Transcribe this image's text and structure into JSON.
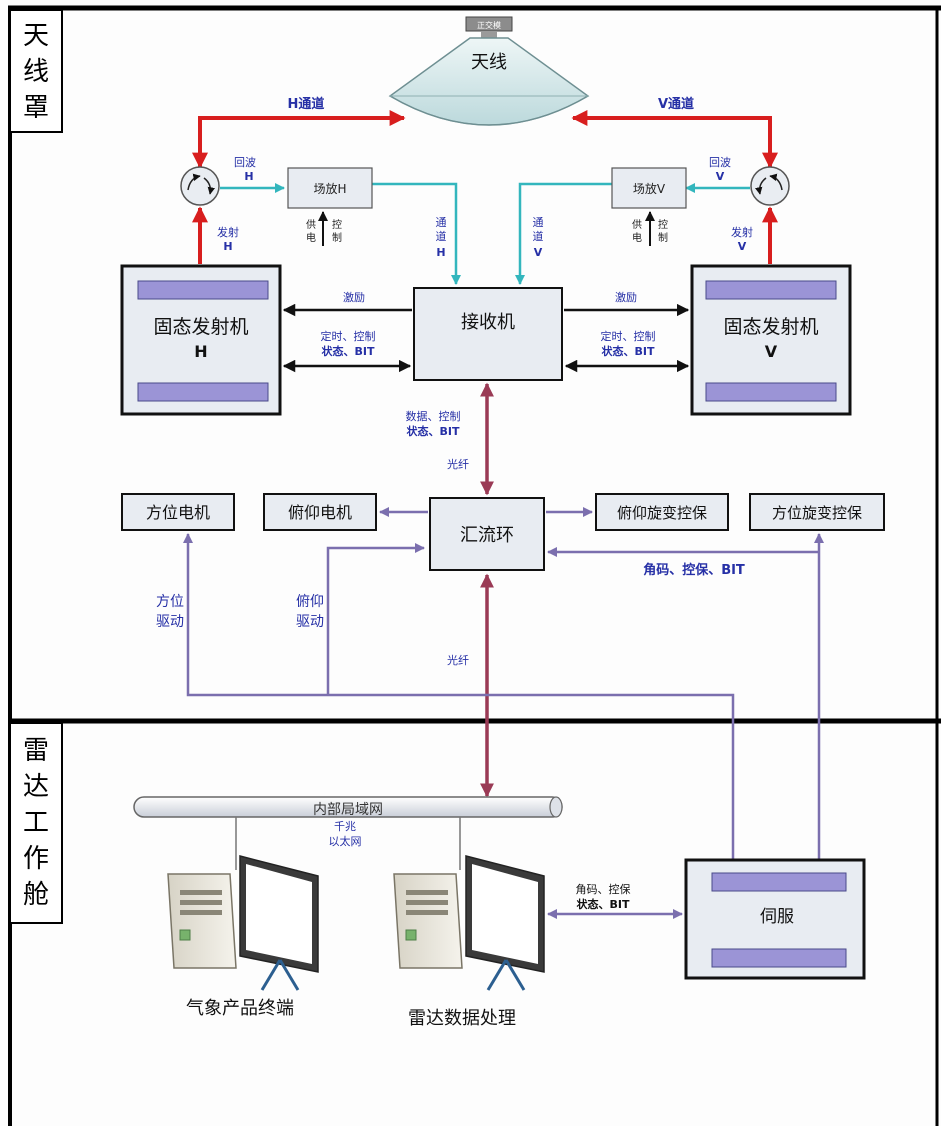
{
  "sections": {
    "top_label": [
      "天",
      "线",
      "罩"
    ],
    "bottom_label": [
      "雷",
      "达",
      "工",
      "作",
      "舱"
    ]
  },
  "antenna": {
    "badge": "正交模",
    "label": "天线"
  },
  "channels": {
    "h": "H通道",
    "v": "V通道"
  },
  "circulators": {
    "h_echo": [
      "回波",
      "H"
    ],
    "h_tx": [
      "发射",
      "H"
    ],
    "v_echo": [
      "回波",
      "V"
    ],
    "v_tx": [
      "发射",
      "V"
    ]
  },
  "amplifiers": {
    "h": "场放H",
    "v": "场放V",
    "power_label": [
      "供",
      "电"
    ],
    "control_label": [
      "控",
      "制"
    ]
  },
  "channel_labels": {
    "h": [
      "通",
      "道",
      "H"
    ],
    "v": [
      "通",
      "道",
      "V"
    ]
  },
  "boxes": {
    "transmitter_h": [
      "固态发射机",
      "H"
    ],
    "transmitter_v": [
      "固态发射机",
      "V"
    ],
    "receiver": "接收机",
    "slip_ring": "汇流环",
    "az_motor": "方位电机",
    "el_motor": "俯仰电机",
    "el_resolver": "俯仰旋变控保",
    "az_resolver": "方位旋变控保",
    "servo": "伺服"
  },
  "links": {
    "excite_left": "激励",
    "excite_right": "激励",
    "timing_left": [
      "定时、控制",
      "状态、BIT"
    ],
    "timing_right": [
      "定时、控制",
      "状态、BIT"
    ],
    "data_ctrl": [
      "数据、控制",
      "状态、BIT"
    ],
    "fiber_upper": "光纤",
    "fiber_lower": "光纤",
    "angle_code": "角码、控保、BIT",
    "az_drive": [
      "方位",
      "驱动"
    ],
    "el_drive": [
      "俯仰",
      "驱动"
    ],
    "servo_link": [
      "角码、控保",
      "状态、BIT"
    ]
  },
  "network": {
    "bus": "内部局域网",
    "speed": [
      "千兆",
      "以太网"
    ]
  },
  "terminals": {
    "weather": "气象产品终端",
    "processing": "雷达数据处理"
  },
  "colors": {
    "red": "#d81e1e",
    "teal": "#33b6bd",
    "purple": "#7b6fae",
    "black": "#111111",
    "blue_text": "#2630a6",
    "box_fill": "#e8ecf2",
    "bar_fill": "#9b94d6"
  }
}
